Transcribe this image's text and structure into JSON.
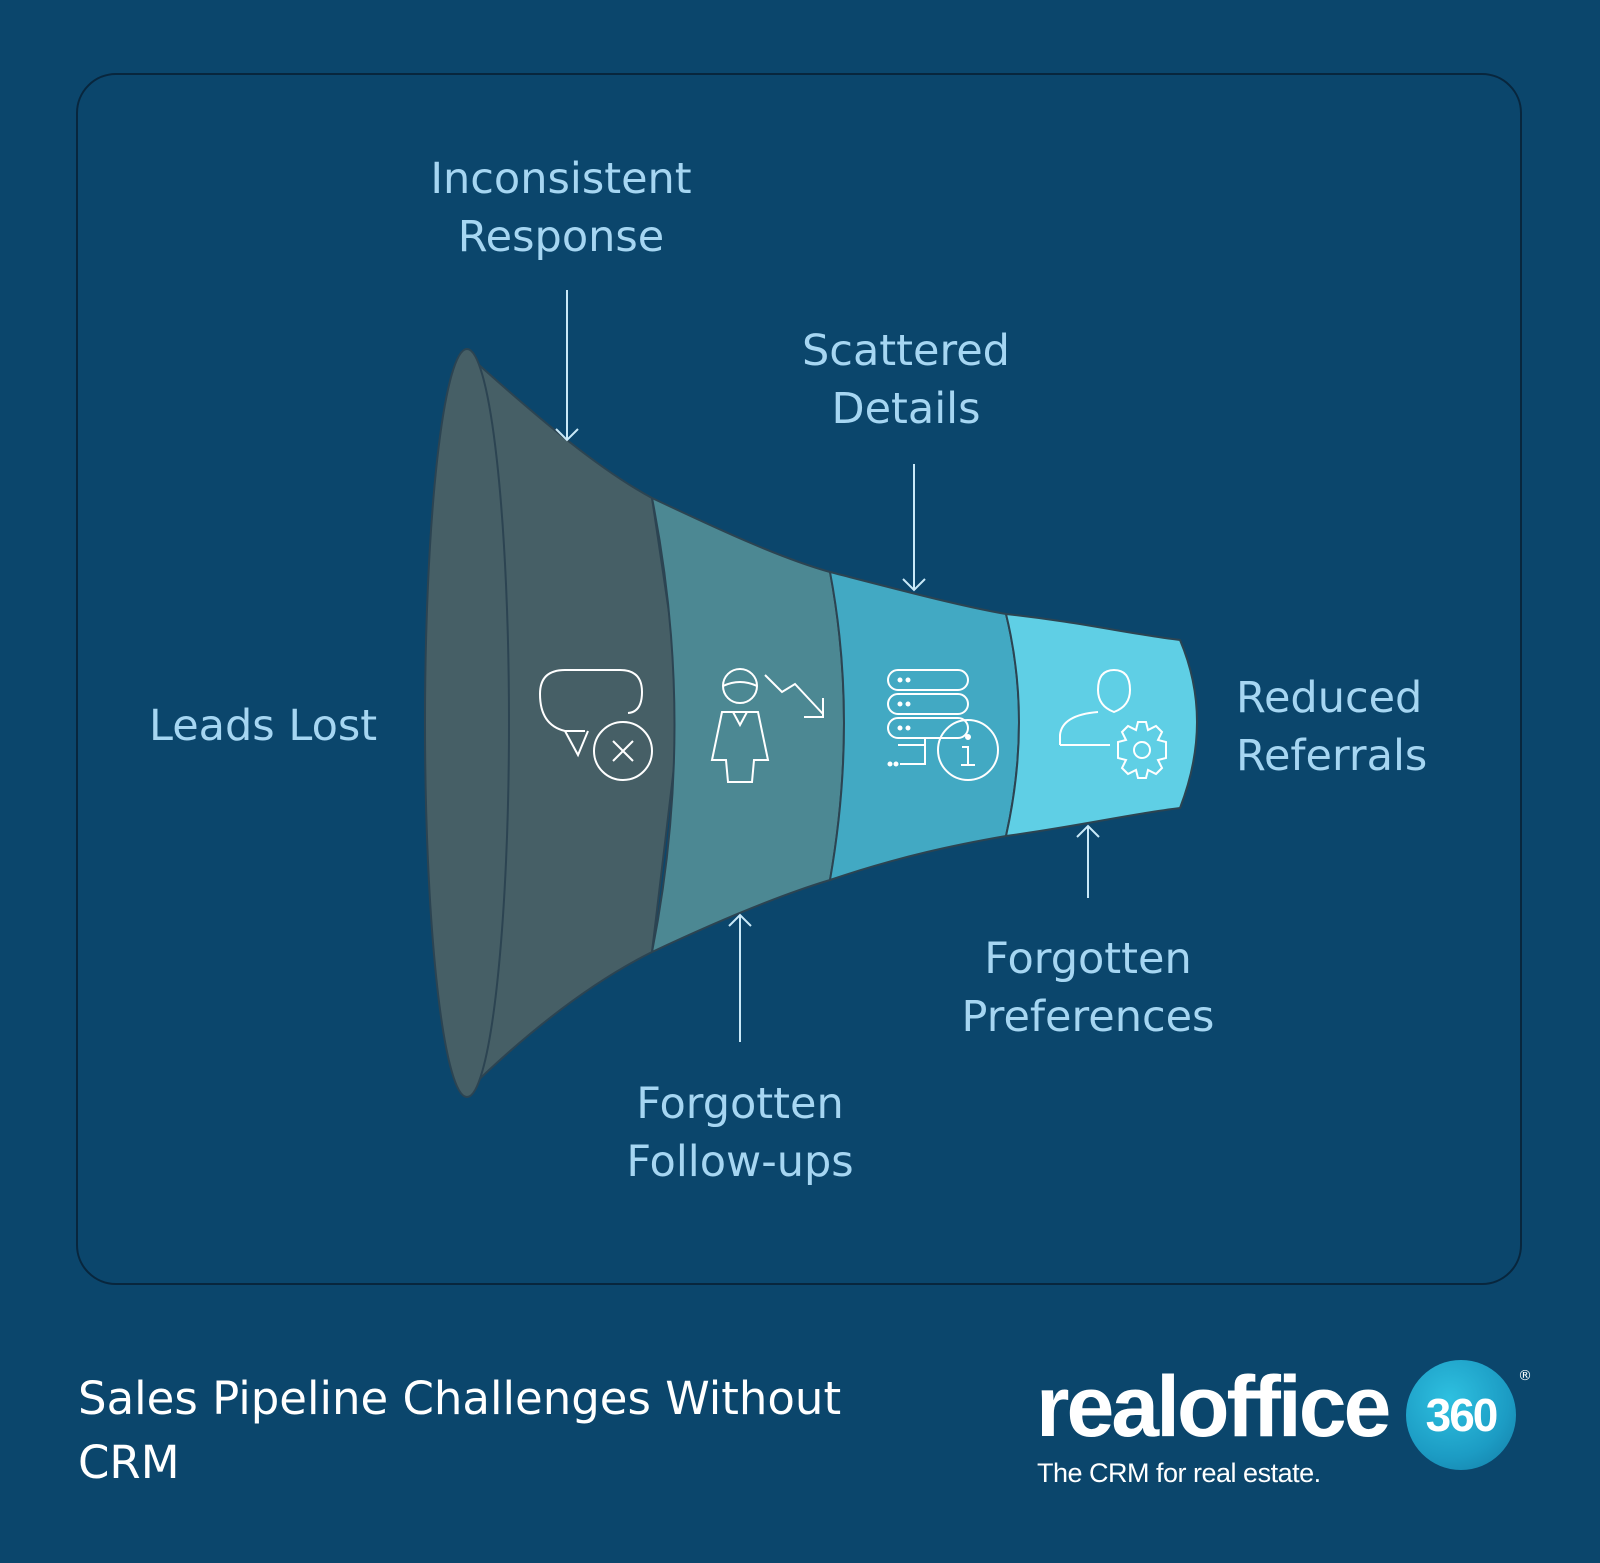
{
  "diagram": {
    "type": "funnel",
    "stages": [
      {
        "icon": "speech-bubble-x-icon"
      },
      {
        "icon": "person-downtrend-icon"
      },
      {
        "icon": "database-info-icon"
      },
      {
        "icon": "user-gear-icon"
      }
    ],
    "labels": {
      "inconsistent_response": [
        "Inconsistent",
        "Response"
      ],
      "scattered_details": [
        "Scattered",
        "Details"
      ],
      "leads_lost": [
        "Leads Lost"
      ],
      "reduced_referrals": [
        "Reduced",
        "Referrals"
      ],
      "forgotten_preferences": [
        "Forgotten",
        "Preferences"
      ],
      "forgotten_followups": [
        "Forgotten",
        "Follow-ups"
      ]
    },
    "colors": {
      "background": "#0b466c",
      "stage_1": "#465f66",
      "stage_2": "#4c8893",
      "stage_3": "#42a9c3",
      "stage_4": "#5fcfe5",
      "label": "#a6d6f2"
    }
  },
  "footer": {
    "title_lines": [
      "Sales Pipeline Challenges Without",
      "CRM"
    ]
  },
  "brand": {
    "wordmark": "realoffice",
    "badge": "360",
    "registered": "®",
    "tagline": "The CRM for real estate."
  }
}
